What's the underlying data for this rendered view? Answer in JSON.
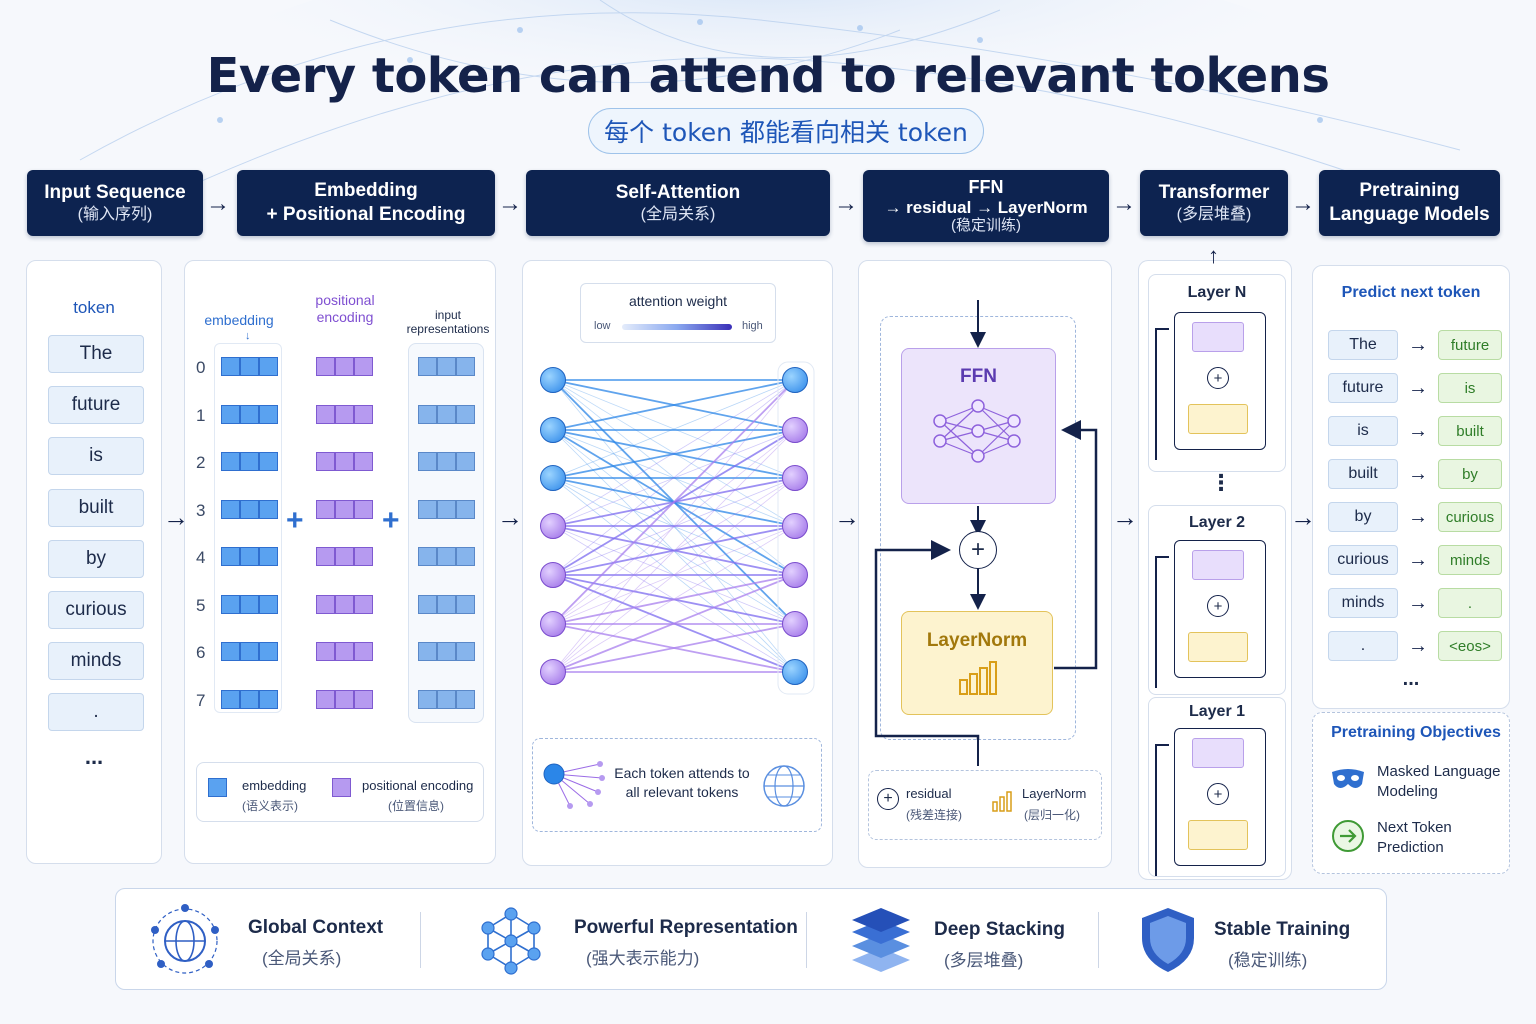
{
  "title": "Every token can attend to relevant tokens",
  "subtitle": "每个 token 都能看向相关 token",
  "stages": [
    {
      "line1": "Input Sequence",
      "line2": "(输入序列)"
    },
    {
      "line1": "Embedding",
      "line2": "+ Positional Encoding"
    },
    {
      "line1": "Self-Attention",
      "line2": "(全局关系)"
    },
    {
      "line1": "FFN",
      "line2": "→ residual → LayerNorm",
      "line3": "(稳定训练)"
    },
    {
      "line1": "Transformer",
      "line2": "(多层堆叠)"
    },
    {
      "line1": "Pretraining",
      "line2": "Language Models"
    }
  ],
  "input_panel": {
    "heading": "token",
    "tokens": [
      "The",
      "future",
      "is",
      "built",
      "by",
      "curious",
      "minds",
      "."
    ],
    "ellipsis": "..."
  },
  "embedding_panel": {
    "col_embedding": "embedding",
    "col_positional": "positional\nencoding",
    "col_input": "input\nrepresentations",
    "indices": [
      "0",
      "1",
      "2",
      "3",
      "4",
      "5",
      "6",
      "7"
    ],
    "plus": "+",
    "legend_embedding": "embedding",
    "legend_embedding_sub": "(语义表示)",
    "legend_positional": "positional encoding",
    "legend_positional_sub": "(位置信息)"
  },
  "attention_panel": {
    "legend_title": "attention weight",
    "legend_low": "low",
    "legend_high": "high",
    "note": "Each token attends to\nall relevant tokens"
  },
  "ffn_panel": {
    "ffn_label": "FFN",
    "plus": "+",
    "layernorm_label": "LayerNorm",
    "legend_residual": "residual",
    "legend_residual_sub": "(残差连接)",
    "legend_layernorm": "LayerNorm",
    "legend_layernorm_sub": "(层归一化)"
  },
  "transformer_panel": {
    "layers": [
      "Layer N",
      "Layer 2",
      "Layer 1"
    ],
    "plus": "+",
    "dots": "⋮"
  },
  "pretraining_panel": {
    "heading": "Predict next token",
    "pairs": [
      {
        "in": "The",
        "out": "future"
      },
      {
        "in": "future",
        "out": "is"
      },
      {
        "in": "is",
        "out": "built"
      },
      {
        "in": "built",
        "out": "by"
      },
      {
        "in": "by",
        "out": "curious"
      },
      {
        "in": "curious",
        "out": "minds"
      },
      {
        "in": "minds",
        "out": "."
      },
      {
        "in": ".",
        "out": "<eos>"
      }
    ],
    "arrow": "→",
    "ellipsis": "...",
    "objectives_title": "Pretraining Objectives",
    "objective_1": "Masked Language\nModeling",
    "objective_2": "Next Token\nPrediction"
  },
  "features": [
    {
      "title": "Global Context",
      "sub": "(全局关系)",
      "icon": "globe-network-icon"
    },
    {
      "title": "Powerful Representation",
      "sub": "(强大表示能力)",
      "icon": "network-icon"
    },
    {
      "title": "Deep Stacking",
      "sub": "(多层堆叠)",
      "icon": "layers-icon"
    },
    {
      "title": "Stable Training",
      "sub": "(稳定训练)",
      "icon": "shield-icon"
    }
  ],
  "colors": {
    "navy": "#0d2350",
    "blue": "#2f6fcf",
    "purple": "#8b5cf6",
    "green": "#2f7d28",
    "ffn_fill": "#ece4fb",
    "layernorm_fill": "#fdf3cf"
  }
}
